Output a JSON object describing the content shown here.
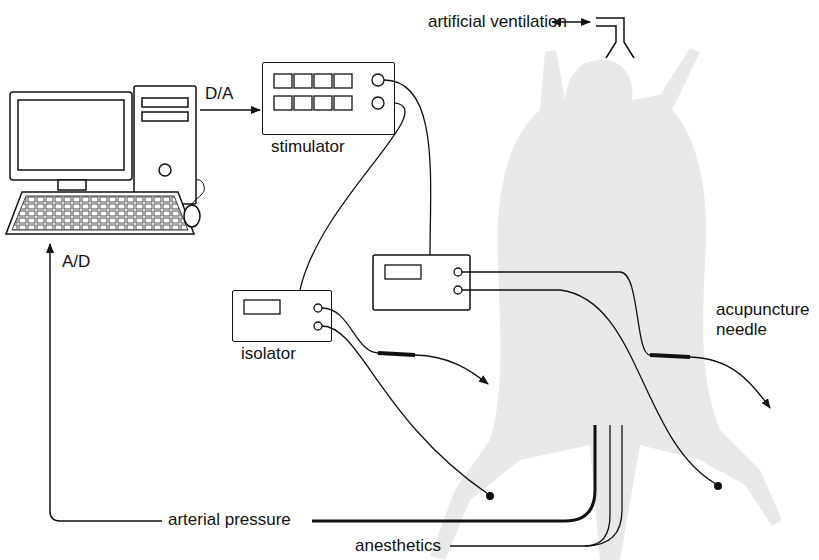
{
  "diagram": {
    "nodes": [
      {
        "text": [
          "stimulator"
        ]
      },
      {
        "text": [
          "isolator"
        ]
      }
    ],
    "edges": [
      {
        "from": 0,
        "to": 1,
        "arrow": "none"
      }
    ],
    "labels": [
      "artificial ventilation",
      "D/A",
      "A/D",
      "acupuncture needle",
      "arterial pressure",
      "anesthetics"
    ]
  }
}
